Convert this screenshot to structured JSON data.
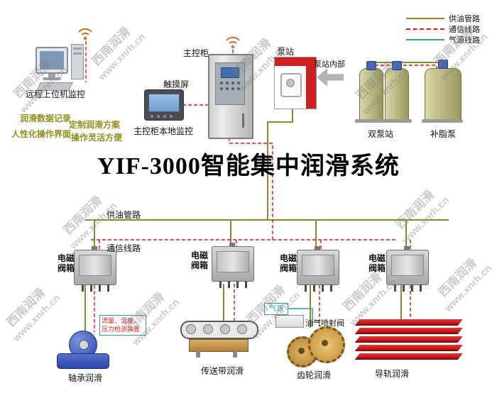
{
  "colors": {
    "oil_line": "#8b8b2e",
    "comm_line": "#e81212",
    "air_line": "#2f9e9e",
    "watermark": "rgba(128,128,128,0.42)",
    "feature_text": "#8f8f1e",
    "sensor_text": "#c22222"
  },
  "legend": {
    "items": [
      {
        "label": "供油管路"
      },
      {
        "label": "通信线路"
      },
      {
        "label": "气源线路"
      }
    ]
  },
  "title": "YIF-3000智能集中润滑系统",
  "watermark": {
    "text": "西南润滑",
    "url": "www.xnrh.cn"
  },
  "stations": {
    "remote_pc": "远程上位机监控",
    "features": [
      "润滑数据记录",
      "定制润滑方案",
      "人性化操作界面",
      "操作灵活方便"
    ],
    "touch_screen": "触摸屏",
    "local_monitor": "主控柜本地监控",
    "cabinet": "主控柜",
    "pump_station": "泵站",
    "pump_interior": "泵站内部",
    "dual_pump": "双泵站",
    "grease_pump": "补脂泵"
  },
  "bus": {
    "oil": "供油管路",
    "comm": "通信线路"
  },
  "valve_box_label": "电磁阀箱",
  "annotations": {
    "sensor": "流量、温度、压力检测装置",
    "air_source": "气源",
    "injector": "油气喷射阀"
  },
  "devices": [
    "轴承润滑",
    "传送带润滑",
    "齿轮润滑",
    "导轨润滑"
  ]
}
